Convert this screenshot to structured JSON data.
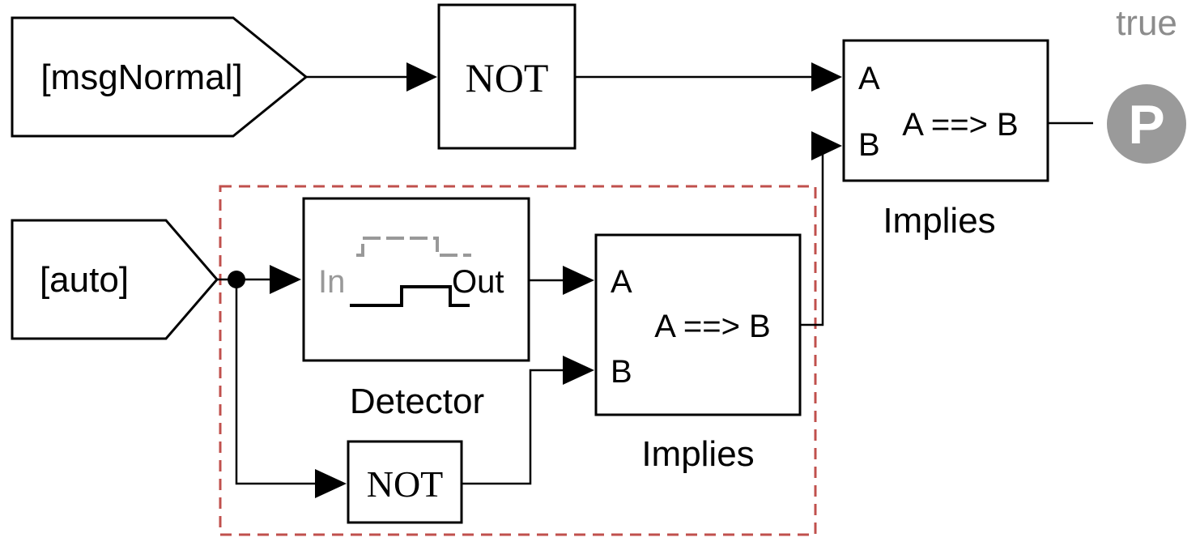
{
  "diagram": {
    "from_msgnormal": {
      "label": "[msgNormal]"
    },
    "from_auto": {
      "label": "[auto]"
    },
    "not_top": {
      "label": "NOT"
    },
    "not_bottom": {
      "label": "NOT"
    },
    "detector": {
      "in_label": "In",
      "out_label": "Out",
      "caption": "Detector"
    },
    "implies_inner": {
      "port_a": "A",
      "port_b": "B",
      "expression": "A ==> B",
      "caption": "Implies"
    },
    "implies_outer": {
      "port_a": "A",
      "port_b": "B",
      "expression": "A ==> B",
      "caption": "Implies"
    },
    "proof_objective": {
      "glyph": "P",
      "value": "true"
    },
    "colors": {
      "line": "#000000",
      "dashed_region": "#c0504d",
      "proof_gray": "#9a9a9a",
      "detector_gray": "#999999"
    }
  }
}
